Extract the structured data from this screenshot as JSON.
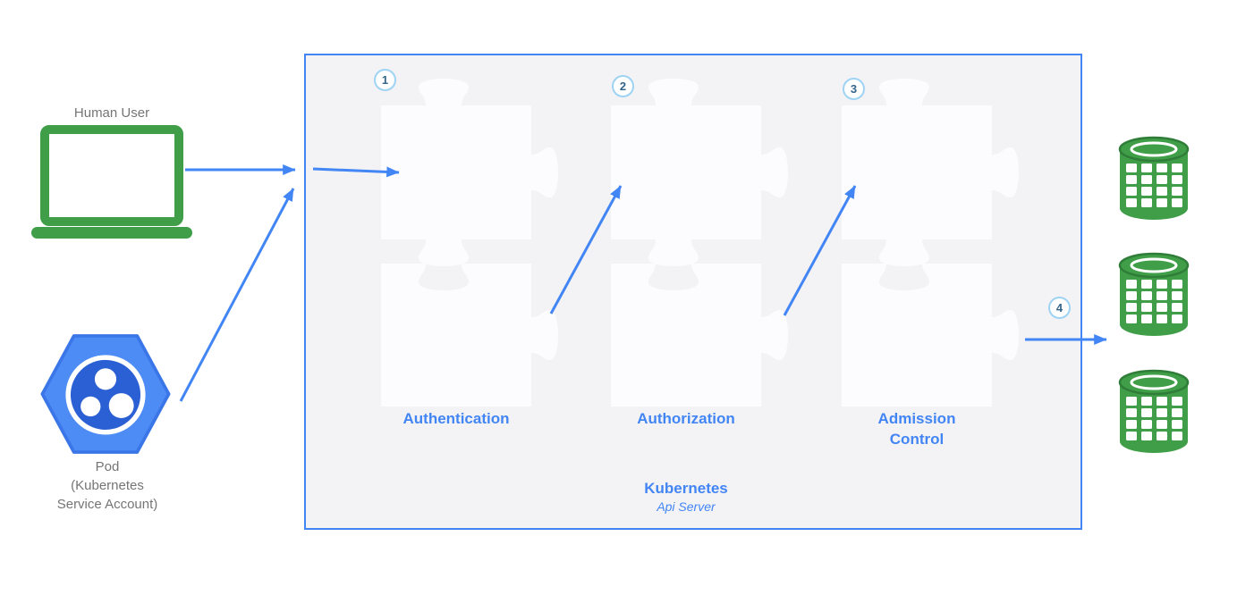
{
  "colors": {
    "blue": "#4285f4",
    "green": "#3f9e47",
    "green_dark": "#2f7d38",
    "gray_text": "#757575",
    "box_bg": "#f3f3f6",
    "piece_fill": "#fcfcfe",
    "badge_border": "#9fd3f3",
    "badge_text": "#33658a",
    "pod_blue": "#4e8cf5",
    "pod_blue_dark": "#3a76e8",
    "pod_blue_deep": "#2b5fd4"
  },
  "actors": {
    "human_user": {
      "label": "Human User",
      "icon": "laptop-icon"
    },
    "pod": {
      "label": "Pod\n(Kubernetes\nService Account)",
      "icon": "pod-icon"
    }
  },
  "api_server": {
    "title": "Kubernetes",
    "subtitle": "Api Server",
    "stages": [
      {
        "step": "1",
        "label": "Authentication"
      },
      {
        "step": "2",
        "label": "Authorization"
      },
      {
        "step": "3",
        "label": "Admission\nControl"
      }
    ],
    "output_step": "4"
  },
  "storage": {
    "icon": "database-icon",
    "count": 3
  }
}
